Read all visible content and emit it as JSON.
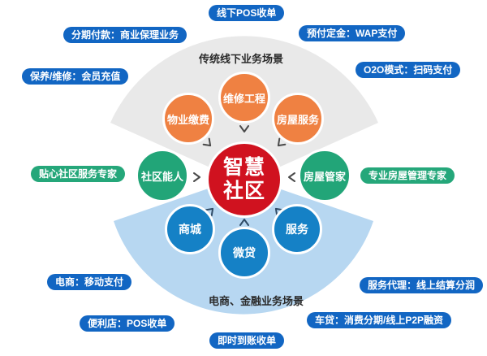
{
  "colors": {
    "pill-blue": "#1266c3",
    "pill-green": "#25a77a",
    "circle-blue": "#1581c6",
    "circle-green": "#22a578",
    "circle-orange": "#ef8142",
    "circle-red": "#d0121f",
    "fan-gray": "#e9e9e9",
    "fan-blue": "#b7d7f1",
    "title-text": "#2b2b2b"
  },
  "center": {
    "line1": "智慧",
    "line2": "社区"
  },
  "sections": {
    "top": {
      "title": "传统线下业务场景",
      "nodes": [
        "物业缴费",
        "维修工程",
        "房屋服务"
      ]
    },
    "bottom": {
      "title": "电商、金融业务场景",
      "nodes": [
        "商城",
        "微贷",
        "服务"
      ]
    },
    "left": {
      "node": "社区能人",
      "pill": "贴心社区服务专家"
    },
    "right": {
      "node": "房屋管家",
      "pill": "专业房屋管理专家"
    }
  },
  "pills": {
    "top_center": "线下POS收单",
    "top_left": "分期付款：商业保理业务",
    "top_right": "预付定金：WAP支付",
    "upper_left": "保养/维修：会员充值",
    "upper_right": "O2O模式：扫码支付",
    "lower_left": "电商：移动支付",
    "lower_right": "服务代理：线上结算分润",
    "bottom_left": "便利店：POS收单",
    "bottom_right": "车贷：消费分期/线上P2P融资",
    "bottom_center": "即时到账收单"
  }
}
